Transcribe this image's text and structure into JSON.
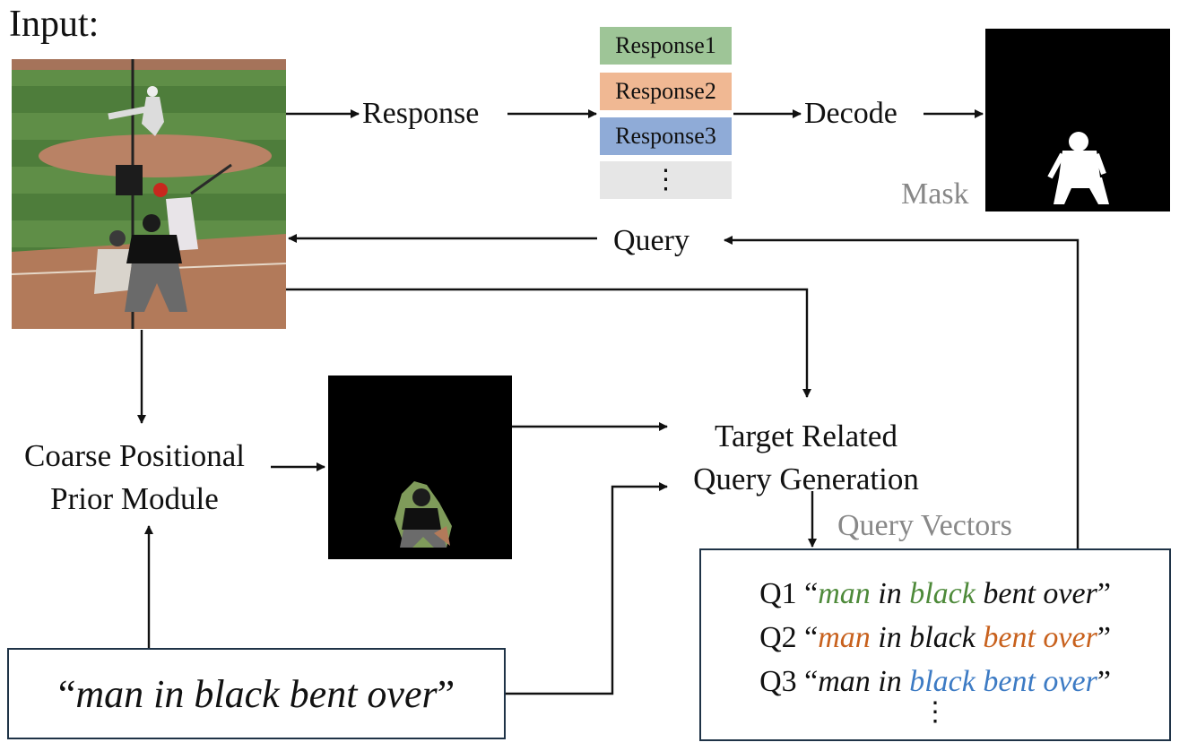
{
  "labels": {
    "input": "Input:",
    "response": "Response",
    "decode": "Decode",
    "mask": "Mask",
    "query": "Query",
    "coarse_line1": "Coarse Positional",
    "coarse_line2": "Prior Module",
    "target_line1": "Target Related",
    "target_line2": "Query Generation",
    "query_vectors": "Query Vectors",
    "vertical_ellipsis": "⋮"
  },
  "responses": [
    {
      "label": "Response1",
      "color": "#9ec597"
    },
    {
      "label": "Response2",
      "color": "#f0b893"
    },
    {
      "label": "Response3",
      "color": "#8fabd7"
    },
    {
      "label": "",
      "color": "#e6e6e6"
    }
  ],
  "expression": {
    "open_quote": "“",
    "text": "man in black bent over",
    "close_quote": "”"
  },
  "query_vectors": [
    {
      "id": "Q1",
      "open_quote": "“",
      "close_quote": "”",
      "words": [
        {
          "text": "man",
          "color": "#4e8a3a"
        },
        {
          "text": " in ",
          "color": "#111111"
        },
        {
          "text": "black",
          "color": "#4e8a3a"
        },
        {
          "text": " bent over",
          "color": "#111111"
        }
      ]
    },
    {
      "id": "Q2",
      "open_quote": "“",
      "close_quote": "”",
      "words": [
        {
          "text": "man",
          "color": "#c8611d"
        },
        {
          "text": " in black ",
          "color": "#111111"
        },
        {
          "text": "bent over",
          "color": "#c8611d"
        }
      ]
    },
    {
      "id": "Q3",
      "open_quote": "“",
      "close_quote": "”",
      "words": [
        {
          "text": "man",
          "color": "#111111"
        },
        {
          "text": " in ",
          "color": "#111111"
        },
        {
          "text": "black",
          "color": "#3d7bc4"
        },
        {
          "text": " ",
          "color": "#111111"
        },
        {
          "text": "bent over",
          "color": "#3d7bc4"
        }
      ]
    }
  ],
  "colors": {
    "arrow": "#111111",
    "gray_label": "#888888",
    "box_border": "#1f3347",
    "mask_background": "#000000",
    "mask_foreground": "#ffffff",
    "field_green": "#4f7a3a",
    "dirt": "#b27a5a"
  }
}
